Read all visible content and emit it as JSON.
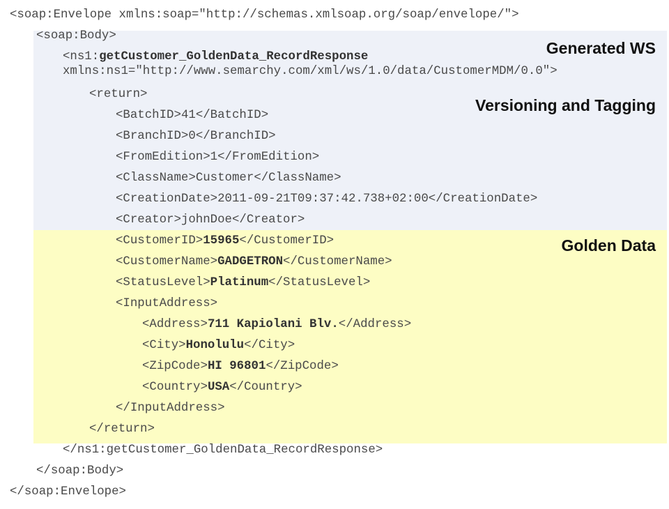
{
  "labels": {
    "generated_ws": "Generated WS",
    "versioning": "Versioning and Tagging",
    "golden_data": "Golden Data"
  },
  "colors": {
    "generated_ws_band": "#eef1f8",
    "golden_data_band": "#fdfdc4"
  },
  "xml": {
    "envelope_open": "<soap:Envelope xmlns:soap=\"http://schemas.xmlsoap.org/soap/envelope/\">",
    "body_open": "<soap:Body>",
    "response_open_prefix": "<ns1:",
    "response_open_name": "getCustomer_GoldenData_RecordResponse",
    "response_ns": "xmlns:ns1=\"http://www.semarchy.com/xml/ws/1.0/data/CustomerMDM/0.0\">",
    "return_open": "<return>",
    "batch_id": {
      "open": "<BatchID>",
      "value": "41",
      "close": "</BatchID>"
    },
    "branch_id": {
      "open": "<BranchID>",
      "value": "0",
      "close": "</BranchID>"
    },
    "from_edition": {
      "open": "<FromEdition>",
      "value": "1",
      "close": "</FromEdition>"
    },
    "class_name": {
      "open": "<ClassName>",
      "value": "Customer",
      "close": "</ClassName>"
    },
    "creation_date": {
      "open": "<CreationDate>",
      "value": "2011-09-21T09:37:42.738+02:00",
      "close": "</CreationDate>"
    },
    "creator": {
      "open": "<Creator>",
      "value": "johnDoe",
      "close": "</Creator>"
    },
    "customer_id": {
      "open": "<CustomerID>",
      "value": "15965",
      "close": "</CustomerID>"
    },
    "customer_name": {
      "open": "<CustomerName>",
      "value": "GADGETRON",
      "close": "</CustomerName>"
    },
    "status_level": {
      "open": "<StatusLevel>",
      "value": "Platinum",
      "close": "</StatusLevel>"
    },
    "input_address_open": "<InputAddress>",
    "address": {
      "open": "<Address>",
      "value": "711 Kapiolani Blv.",
      "close": "</Address>"
    },
    "city": {
      "open": "<City>",
      "value": "Honolulu",
      "close": "</City>"
    },
    "zip_code": {
      "open": "<ZipCode>",
      "value": "HI 96801",
      "close": "</ZipCode>"
    },
    "country": {
      "open": "<Country>",
      "value": "USA",
      "close": "</Country>"
    },
    "input_address_close": "</InputAddress>",
    "return_close": "</return>",
    "response_close": "</ns1:getCustomer_GoldenData_RecordResponse>",
    "body_close": "</soap:Body>",
    "envelope_close": "</soap:Envelope>"
  }
}
